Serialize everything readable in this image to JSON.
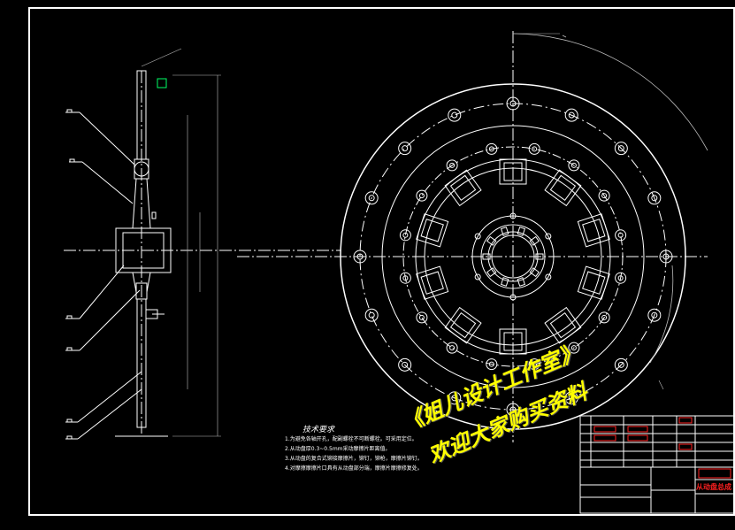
{
  "technical_requirements": {
    "title": "技术要求",
    "lines": [
      "1.为避免各轴开孔，配副螺栓不可断螺栓。可采用定位。",
      "2.从动盘厚0.3~0.5mm采动摩擦片距离值。",
      "3.从动盘的复合式铆接摩擦片，铆钉，铆枪，摩擦片铆钉。",
      "4.对摩擦摩擦片口具有从动盘部分端，摩擦片摩擦修复处。"
    ]
  },
  "watermark": {
    "line1": "《姐儿设计工作室》",
    "line2": "欢迎大家购买资料"
  },
  "title_block": {
    "drawing_name": "从动盘总成"
  },
  "colors": {
    "background": "#000000",
    "lines": "#ffffff",
    "dim": "#d0d0d0",
    "highlight": "#ff2020",
    "watermark": "#ffff00",
    "marker": "#00ff66"
  }
}
